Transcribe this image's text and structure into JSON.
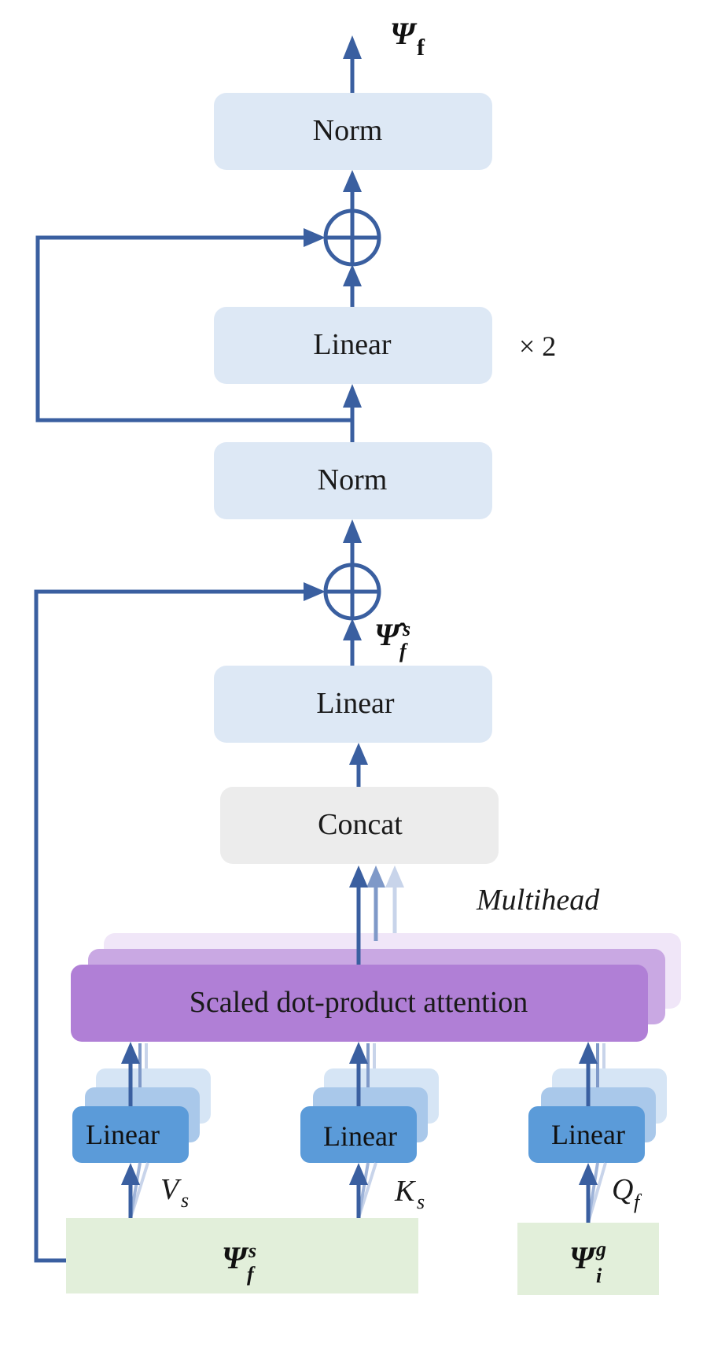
{
  "blocks": {
    "norm_top": "Norm",
    "linear_ffn": "Linear",
    "repeat": "× 2",
    "norm_mid": "Norm",
    "linear_out": "Linear",
    "concat": "Concat",
    "multihead": "Multihead",
    "attention": "Scaled dot-product attention",
    "linear_v": "Linear",
    "linear_k": "Linear",
    "linear_q": "Linear"
  },
  "labels": {
    "output_symbol": "Ψ",
    "output_sub": "f",
    "hat_symbol": "Ψ̂",
    "hat_sub": "f",
    "hat_sup": "s",
    "v_symbol": "V",
    "v_sub": "s",
    "k_symbol": "K",
    "k_sub": "s",
    "q_symbol": "Q",
    "q_sub": "f",
    "input_s_symbol": "Ψ",
    "input_s_sub": "f",
    "input_s_sup": "s",
    "input_g_symbol": "Ψ",
    "input_g_sub": "i",
    "input_g_sup": "g"
  },
  "colors": {
    "arrow": "#3a5fa0",
    "block_blue_light": "#dde8f5",
    "block_gray": "#ececec",
    "attention_purple": "#b07fd6",
    "attention_purple_2": "#c9a8e3",
    "attention_purple_3": "#e6d4f3",
    "linear_blue": "#5b9bd9",
    "linear_blue_2": "#a9c8ea",
    "linear_blue_3": "#d6e5f5",
    "input_green": "#e2efda"
  }
}
